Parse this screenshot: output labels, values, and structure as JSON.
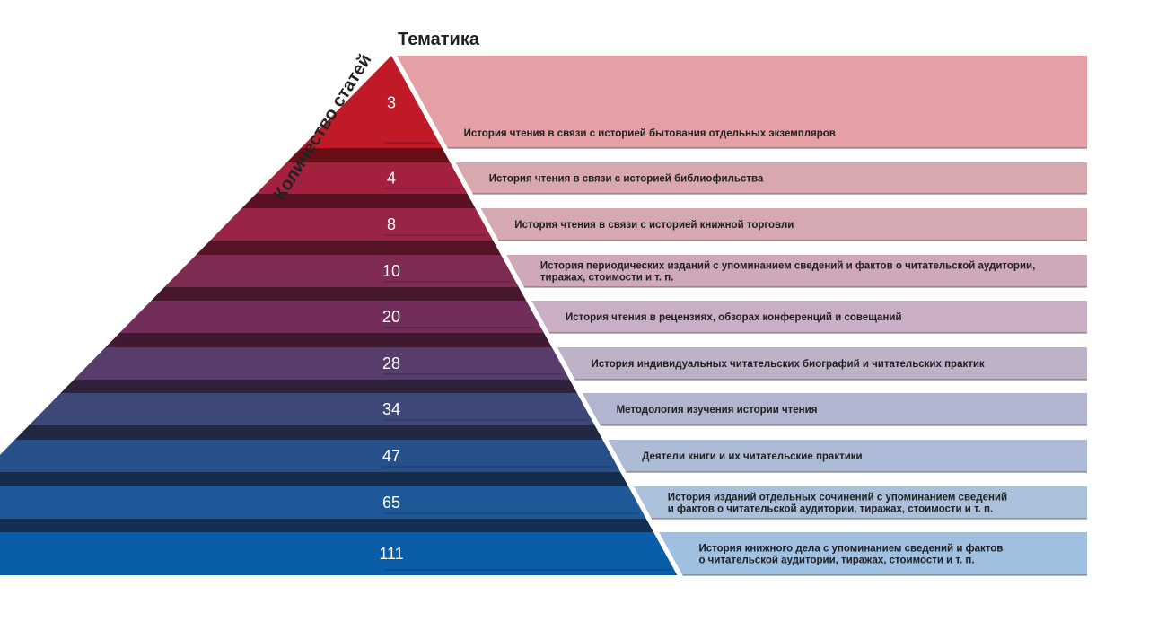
{
  "chart_data": {
    "type": "bar",
    "title": "Тематика",
    "ylabel": "Количество статей",
    "categories": [
      [
        "История чтения в связи с историей бытования отдельных экземпляров"
      ],
      [
        "История чтения в связи с историей библиофильства"
      ],
      [
        "История чтения в связи с историей книжной торговли"
      ],
      [
        "История периодических изданий с упоминанием сведений и фактов о читательской аудитории,",
        "тиражах, стоимости и т. п."
      ],
      [
        "История чтения в рецензиях, обзорах конференций и совещаний"
      ],
      [
        "История индивидуальных читательских биографий и читательских практик"
      ],
      [
        "Методология изучения истории чтения"
      ],
      [
        "Деятели книги и их читательские практики"
      ],
      [
        "История изданий отдельных сочинений с упоминанием сведений",
        "и фактов о читательской аудитории, тиражах, стоимости и т. п."
      ],
      [
        "История книжного дела с упоминанием сведений и фактов",
        "о читательской аудитории, тиражах, стоимости и т. п."
      ]
    ],
    "values": [
      3,
      4,
      8,
      10,
      20,
      28,
      34,
      47,
      65,
      111
    ],
    "colors": {
      "layers": [
        "#c01a27",
        "#a3213f",
        "#9a2447",
        "#7f2a52",
        "#722d5b",
        "#573c6c",
        "#3d4778",
        "#27508a",
        "#1e5898",
        "#0a5da8"
      ],
      "bands": [
        "#e4a0a4",
        "#d9a7ae",
        "#d6a9b2",
        "#cfa9ba",
        "#c9aec5",
        "#bdb2c8",
        "#b2b5cf",
        "#aebbd6",
        "#aac0db",
        "#9fc0e0"
      ]
    }
  }
}
